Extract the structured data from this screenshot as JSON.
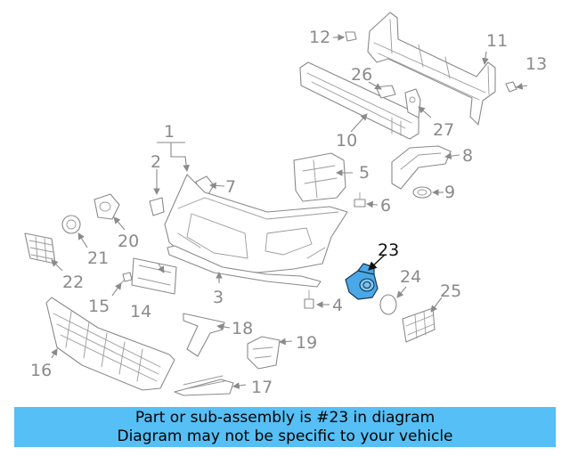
{
  "diagram": {
    "callouts": [
      {
        "id": "1",
        "label": "1"
      },
      {
        "id": "2",
        "label": "2"
      },
      {
        "id": "3",
        "label": "3"
      },
      {
        "id": "4",
        "label": "4"
      },
      {
        "id": "5",
        "label": "5"
      },
      {
        "id": "6",
        "label": "6"
      },
      {
        "id": "7",
        "label": "7"
      },
      {
        "id": "8",
        "label": "8"
      },
      {
        "id": "9",
        "label": "9"
      },
      {
        "id": "10",
        "label": "10"
      },
      {
        "id": "11",
        "label": "11"
      },
      {
        "id": "12",
        "label": "12"
      },
      {
        "id": "13",
        "label": "13"
      },
      {
        "id": "14",
        "label": "14"
      },
      {
        "id": "15",
        "label": "15"
      },
      {
        "id": "16",
        "label": "16"
      },
      {
        "id": "17",
        "label": "17"
      },
      {
        "id": "18",
        "label": "18"
      },
      {
        "id": "19",
        "label": "19"
      },
      {
        "id": "20",
        "label": "20"
      },
      {
        "id": "21",
        "label": "21"
      },
      {
        "id": "22",
        "label": "22"
      },
      {
        "id": "23",
        "label": "23"
      },
      {
        "id": "24",
        "label": "24"
      },
      {
        "id": "25",
        "label": "25"
      },
      {
        "id": "26",
        "label": "26"
      },
      {
        "id": "27",
        "label": "27"
      }
    ],
    "highlighted_part": "23",
    "highlight_color": "#4aa8e8"
  },
  "banner": {
    "line1": "Part or sub-assembly is #23 in diagram",
    "line2": "Diagram may not be specific to your vehicle",
    "background": "#56bff5"
  }
}
